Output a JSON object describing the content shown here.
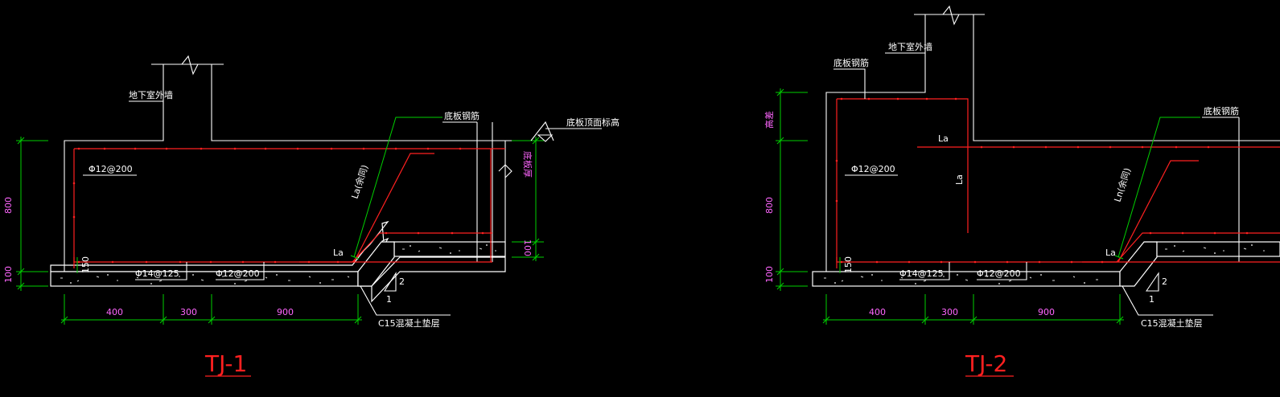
{
  "colors": {
    "background": "#000000",
    "outline": "#ffffff",
    "rebar": "#ff2020",
    "dimension": "#00d000",
    "dimension_text": "#ff66ff",
    "title": "#ff2020"
  },
  "details": [
    {
      "title": "TJ-1",
      "labels": {
        "wall": "地下室外墙",
        "bottom_rebar_top": "底板钢筋",
        "slab_top_elev": "底板顶面标高",
        "slab_thickness": "底板厚",
        "la_diag": "La(余同)",
        "la": "La",
        "rebar_1": "Φ12@200",
        "rebar_2": "Φ14@125",
        "rebar_3": "Φ12@200",
        "cushion": "C15混凝土垫层",
        "slope_num_2": "2",
        "slope_num_1": "1"
      },
      "dims": {
        "h_800": "800",
        "h_100_left": "100",
        "h_150": "150",
        "h_100_right": "100",
        "w_400": "400",
        "w_300": "300",
        "w_900": "900"
      }
    },
    {
      "title": "TJ-2",
      "labels": {
        "wall": "地下室外墙",
        "bottom_rebar_top": "底板钢筋",
        "bottom_rebar_right": "底板钢筋",
        "la_diag": "Ln(余同)",
        "la_top": "La",
        "la_vert": "La",
        "la_bottom": "La",
        "rebar_1": "Φ12@200",
        "rebar_2": "Φ14@125",
        "rebar_3": "Φ12@200",
        "cushion": "C15混凝土垫层",
        "slope_num_2": "2",
        "slope_num_1": "1"
      },
      "dims": {
        "h_top": "高差",
        "h_800": "800",
        "h_100_left": "100",
        "h_150": "150",
        "w_400": "400",
        "w_300": "300",
        "w_900": "900"
      }
    }
  ]
}
